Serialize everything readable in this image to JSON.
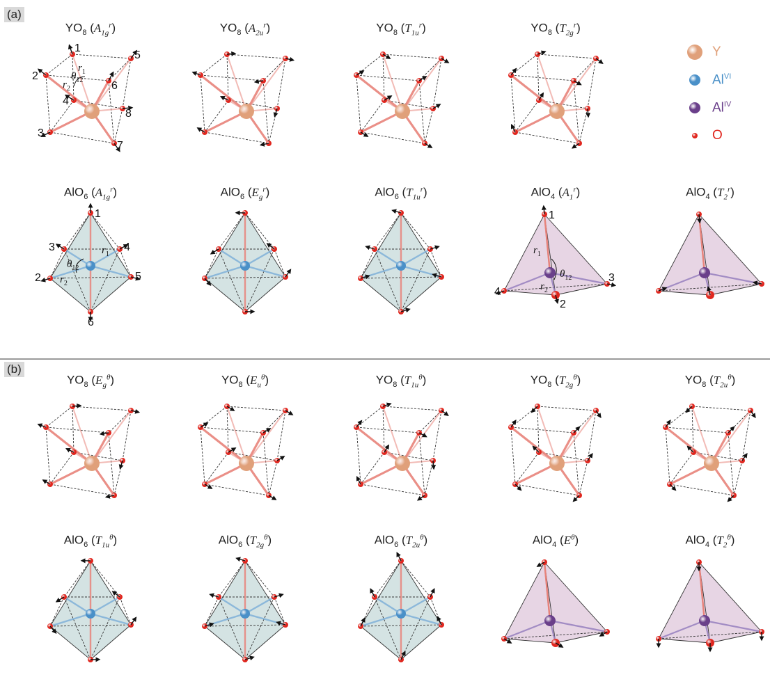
{
  "panels": {
    "a": "(a)",
    "b": "(b)"
  },
  "legend": [
    {
      "label": "Y",
      "sup": "",
      "color": "#e0a07a",
      "icon": "y-atom-icon"
    },
    {
      "label": "Al",
      "sup": "VI",
      "color": "#4a90c8",
      "icon": "al-vi-atom-icon"
    },
    {
      "label": "Al",
      "sup": "IV",
      "color": "#6a3f8a",
      "icon": "al-iv-atom-icon"
    },
    {
      "label": "O",
      "sup": "",
      "color": "#e0261e",
      "icon": "o-atom-icon"
    }
  ],
  "colors": {
    "y": "#e0a07a",
    "al_vi": "#4a90c8",
    "al_iv": "#6a3f8a",
    "o": "#e0261e",
    "octa_fill": "#cfe0e0",
    "tetra_fill": "#e6d3e3",
    "bond": "#e8837a"
  },
  "panel_a": {
    "row1": [
      {
        "poly": "YO",
        "sub": "8",
        "mode": "A",
        "msub": "1g",
        "msup": "r",
        "shape": "cube",
        "annotated": true
      },
      {
        "poly": "YO",
        "sub": "8",
        "mode": "A",
        "msub": "2u",
        "msup": "r",
        "shape": "cube"
      },
      {
        "poly": "YO",
        "sub": "8",
        "mode": "T",
        "msub": "1u",
        "msup": "r",
        "shape": "cube"
      },
      {
        "poly": "YO",
        "sub": "8",
        "mode": "T",
        "msub": "2g",
        "msup": "r",
        "shape": "cube"
      }
    ],
    "row2": [
      {
        "poly": "AlO",
        "sub": "6",
        "mode": "A",
        "msub": "1g",
        "msup": "r",
        "shape": "octa",
        "annotated": true
      },
      {
        "poly": "AlO",
        "sub": "6",
        "mode": "E",
        "msub": "g",
        "msup": "r",
        "shape": "octa"
      },
      {
        "poly": "AlO",
        "sub": "6",
        "mode": "T",
        "msub": "1u",
        "msup": "r",
        "shape": "octa"
      },
      {
        "poly": "AlO",
        "sub": "4",
        "mode": "A",
        "msub": "1",
        "msup": "r",
        "shape": "tetra",
        "annotated": true
      },
      {
        "poly": "AlO",
        "sub": "4",
        "mode": "T",
        "msub": "2",
        "msup": "r",
        "shape": "tetra"
      }
    ]
  },
  "panel_b": {
    "row1": [
      {
        "poly": "YO",
        "sub": "8",
        "mode": "E",
        "msub": "g",
        "msup": "θ",
        "shape": "cube"
      },
      {
        "poly": "YO",
        "sub": "8",
        "mode": "E",
        "msub": "u",
        "msup": "θ",
        "shape": "cube"
      },
      {
        "poly": "YO",
        "sub": "8",
        "mode": "T",
        "msub": "1u",
        "msup": "θ",
        "shape": "cube"
      },
      {
        "poly": "YO",
        "sub": "8",
        "mode": "T",
        "msub": "2g",
        "msup": "θ",
        "shape": "cube"
      },
      {
        "poly": "YO",
        "sub": "8",
        "mode": "T",
        "msub": "2u",
        "msup": "θ",
        "shape": "cube"
      }
    ],
    "row2": [
      {
        "poly": "AlO",
        "sub": "6",
        "mode": "T",
        "msub": "1u",
        "msup": "θ",
        "shape": "octa"
      },
      {
        "poly": "AlO",
        "sub": "6",
        "mode": "T",
        "msub": "2g",
        "msup": "θ",
        "shape": "octa"
      },
      {
        "poly": "AlO",
        "sub": "6",
        "mode": "T",
        "msub": "2u",
        "msup": "θ",
        "shape": "octa"
      },
      {
        "poly": "AlO",
        "sub": "4",
        "mode": "E",
        "msub": "",
        "msup": "θ",
        "shape": "tetra"
      },
      {
        "poly": "AlO",
        "sub": "4",
        "mode": "T",
        "msub": "2",
        "msup": "θ",
        "shape": "tetra"
      }
    ]
  },
  "annotations": {
    "cube": {
      "atoms": [
        "1",
        "2",
        "3",
        "4",
        "5",
        "6",
        "7",
        "8"
      ],
      "r1": "r",
      "r1_sub": "1",
      "r2": "r",
      "r2_sub": "2",
      "theta": "θ",
      "theta_sub": "12"
    },
    "octa": {
      "atoms": [
        "1",
        "2",
        "3",
        "4",
        "5",
        "6"
      ],
      "r1": "r",
      "r1_sub": "1",
      "r2": "r",
      "r2_sub": "2",
      "theta": "θ",
      "theta_sub": "12"
    },
    "tetra": {
      "atoms": [
        "1",
        "2",
        "3",
        "4"
      ],
      "r1": "r",
      "r1_sub": "1",
      "r2": "r",
      "r2_sub": "2",
      "theta": "θ",
      "theta_sub": "12"
    }
  }
}
